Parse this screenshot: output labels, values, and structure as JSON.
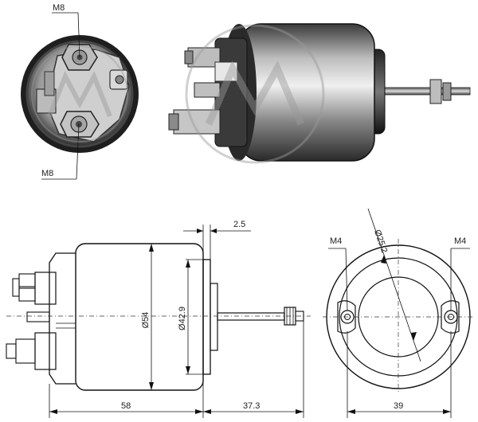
{
  "labels": {
    "front_top_thread": "M8",
    "front_bottom_thread": "M8",
    "left_mount_thread": "M4",
    "right_mount_thread": "M4",
    "dim_flange_thickness": "2.5",
    "dim_outer_diameter": "Ø54",
    "dim_inner_diameter": "Ø42.9",
    "dim_body_length": "58",
    "dim_plunger_length": "37.3",
    "dim_mount_spacing": "39",
    "dim_bolt_circle": "Ø25.2"
  },
  "colors": {
    "ink": "#111111",
    "photo_dark": "#2b2b2b",
    "photo_mid": "#6f6f6f",
    "photo_light": "#d8d8d8",
    "watermark": "#9a9a9a"
  },
  "icons": {
    "watermark": "brand-logo-icon"
  }
}
